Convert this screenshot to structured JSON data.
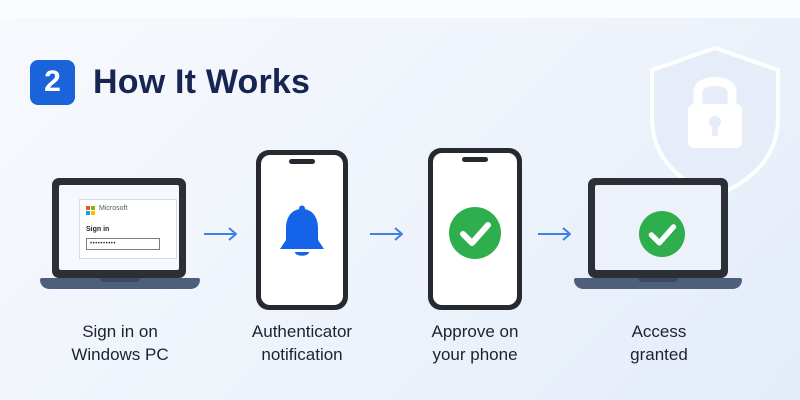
{
  "header": {
    "step_number": "2",
    "title": "How It Works"
  },
  "steps": [
    {
      "device": "laptop",
      "caption_line1": "Sign in on",
      "caption_line2": "Windows PC",
      "screen": {
        "brand": "Microsoft",
        "heading": "Sign in",
        "password_mask": "••••••••••"
      }
    },
    {
      "device": "phone",
      "icon": "bell-icon",
      "caption_line1": "Authenticator",
      "caption_line2": "notification"
    },
    {
      "device": "phone",
      "icon": "checkmark-icon",
      "caption_line1": "Approve on",
      "caption_line2": "your phone"
    },
    {
      "device": "laptop",
      "icon": "checkmark-icon",
      "caption_line1": "Access",
      "caption_line2": "granted"
    }
  ],
  "colors": {
    "accent_blue": "#1a63d9",
    "title_navy": "#162551",
    "success_green": "#2fae4d",
    "bell_blue": "#1463e8",
    "arrow_blue": "#3d80e6",
    "ms_red": "#f25022",
    "ms_green": "#7fba00",
    "ms_blue": "#00a4ef",
    "ms_yellow": "#ffb900"
  },
  "decorations": [
    "shield-lock-icon"
  ]
}
